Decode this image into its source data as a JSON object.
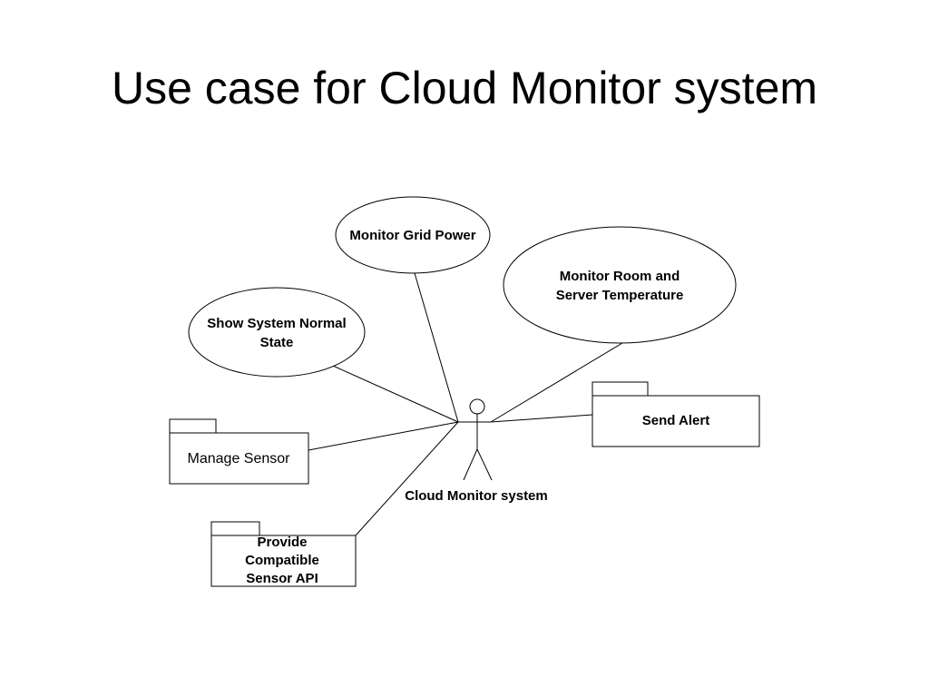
{
  "slide": {
    "title": "Use case for Cloud Monitor system"
  },
  "diagram": {
    "actor": {
      "label": "Cloud Monitor system"
    },
    "use_cases": {
      "monitor_grid_power": [
        "Monitor Grid Power"
      ],
      "monitor_room_temperature": [
        "Monitor Room and",
        "Server Temperature"
      ],
      "show_system_normal_state": [
        "Show System Normal",
        "State"
      ]
    },
    "packages": {
      "send_alert": [
        "Send Alert"
      ],
      "manage_sensor": [
        "Manage Sensor"
      ],
      "provide_sensor_api": [
        "Provide",
        "Compatible",
        "Sensor API"
      ]
    }
  }
}
